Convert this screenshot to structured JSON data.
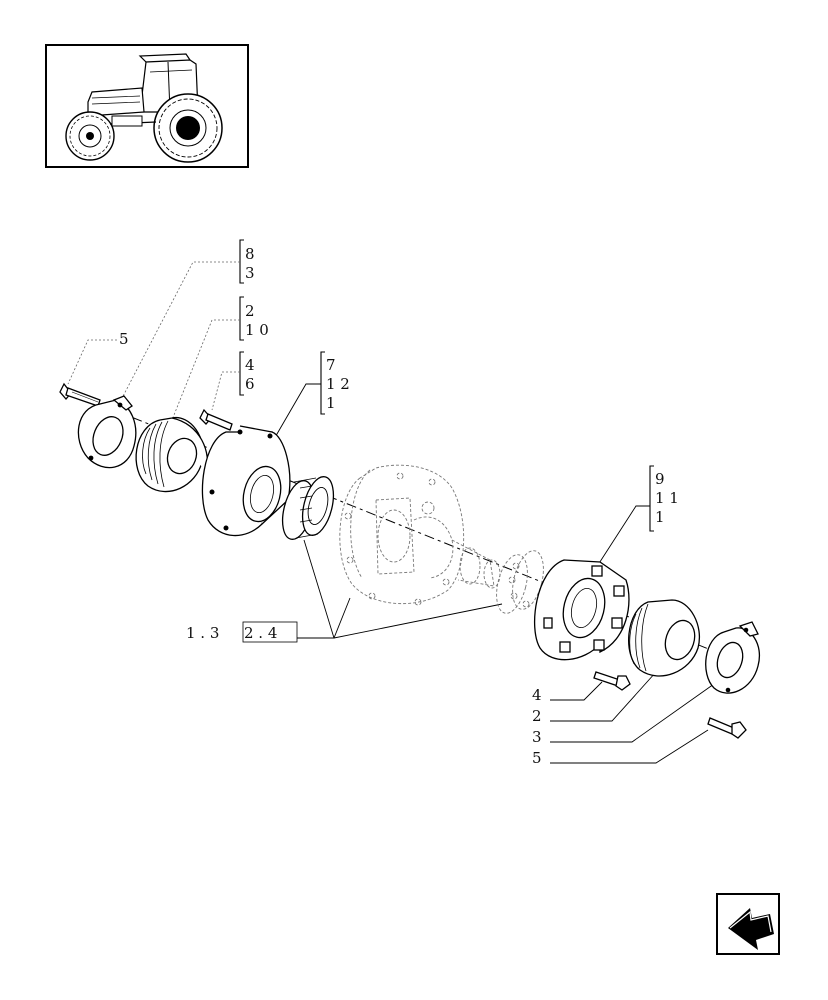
{
  "callouts": {
    "c83": [
      "8",
      "3"
    ],
    "c210": [
      "2",
      "1 0"
    ],
    "c5a": "5",
    "c46": [
      "4",
      "6"
    ],
    "c7121": [
      "7",
      "1 2",
      "1"
    ],
    "c9111": [
      "9",
      "1 1",
      "1"
    ],
    "ref_prefix": "1 . 3",
    "ref_box": "2 . 4",
    "r4": "4",
    "r2": "2",
    "r3": "3",
    "r5": "5"
  },
  "icons": {
    "thumbnail": "tractor-thumbnail-icon",
    "nav": "back-arrow-icon"
  }
}
